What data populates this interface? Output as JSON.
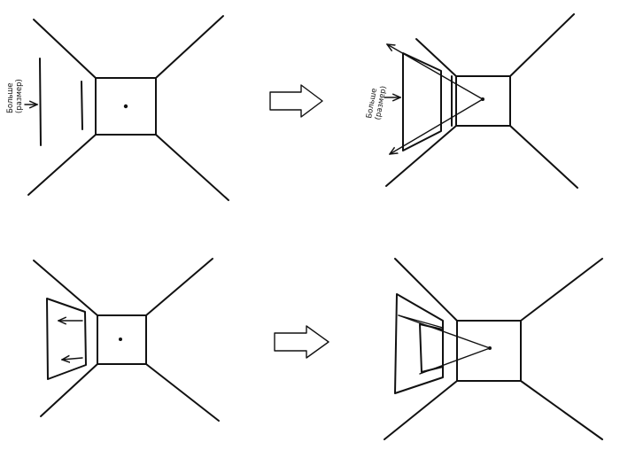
{
  "panels": [
    {
      "id": "top-left",
      "annotation": [
        "Больше",
        "(размер)"
      ]
    },
    {
      "id": "top-right",
      "annotation": [
        "Больше",
        "(размер)"
      ]
    },
    {
      "id": "bottom-left"
    },
    {
      "id": "bottom-right"
    }
  ],
  "arrows": [
    "step-arrow-top",
    "step-arrow-bottom"
  ]
}
